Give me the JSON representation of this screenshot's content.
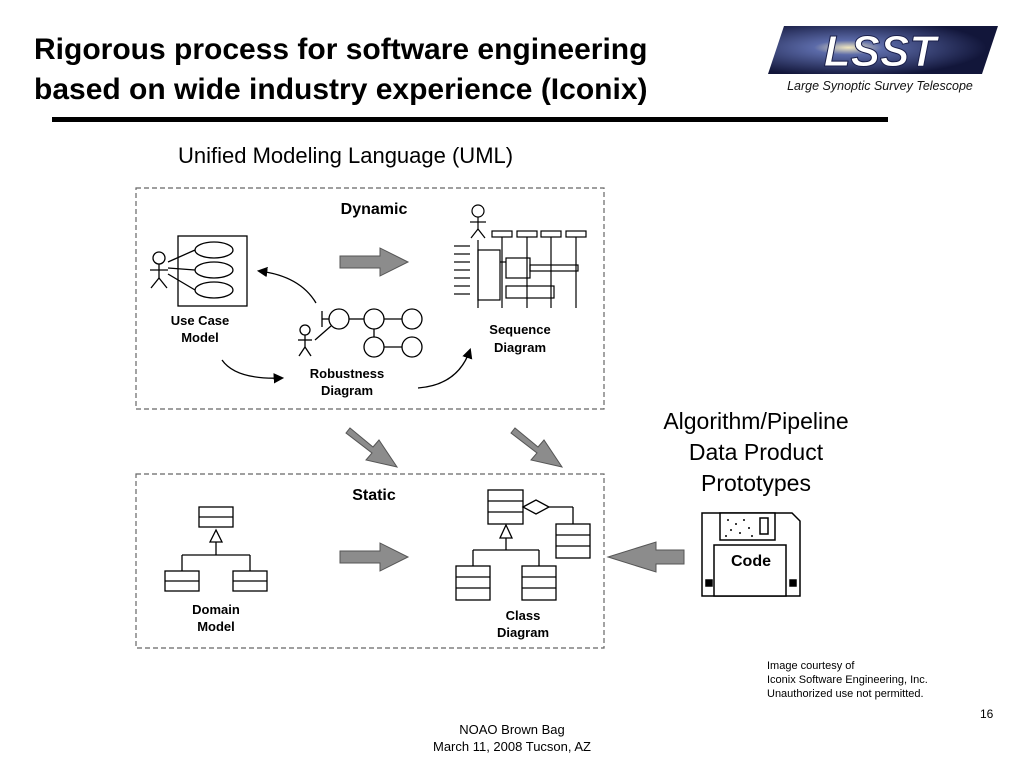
{
  "slide": {
    "title_line1": "Rigorous process for software engineering",
    "title_line2": "based on wide industry experience (Iconix)",
    "logo_text": "LSST",
    "logo_subtitle": "Large Synoptic Survey Telescope",
    "uml_title": "Unified Modeling Language (UML)",
    "algo_line1": "Algorithm/Pipeline",
    "algo_line2": "Data Product",
    "algo_line3": "Prototypes",
    "credit_line1": "Image courtesy of",
    "credit_line2": "Iconix Software Engineering, Inc.",
    "credit_line3": "Unauthorized use not permitted.",
    "page_number": "16",
    "footer_line1": "NOAO Brown Bag",
    "footer_line2": "March 11, 2008 Tucson, AZ"
  },
  "diagram": {
    "dynamic_label": "Dynamic",
    "static_label": "Static",
    "use_case_label_1": "Use Case",
    "use_case_label_2": "Model",
    "robustness_label_1": "Robustness",
    "robustness_label_2": "Diagram",
    "sequence_label_1": "Sequence",
    "sequence_label_2": "Diagram",
    "domain_label_1": "Domain",
    "domain_label_2": "Model",
    "class_label_1": "Class",
    "class_label_2": "Diagram",
    "code_label": "Code"
  },
  "colors": {
    "arrow_fill": "#8c8c8c",
    "logo_bg": "#1a1f4a",
    "logo_letters": "#ffffff"
  }
}
